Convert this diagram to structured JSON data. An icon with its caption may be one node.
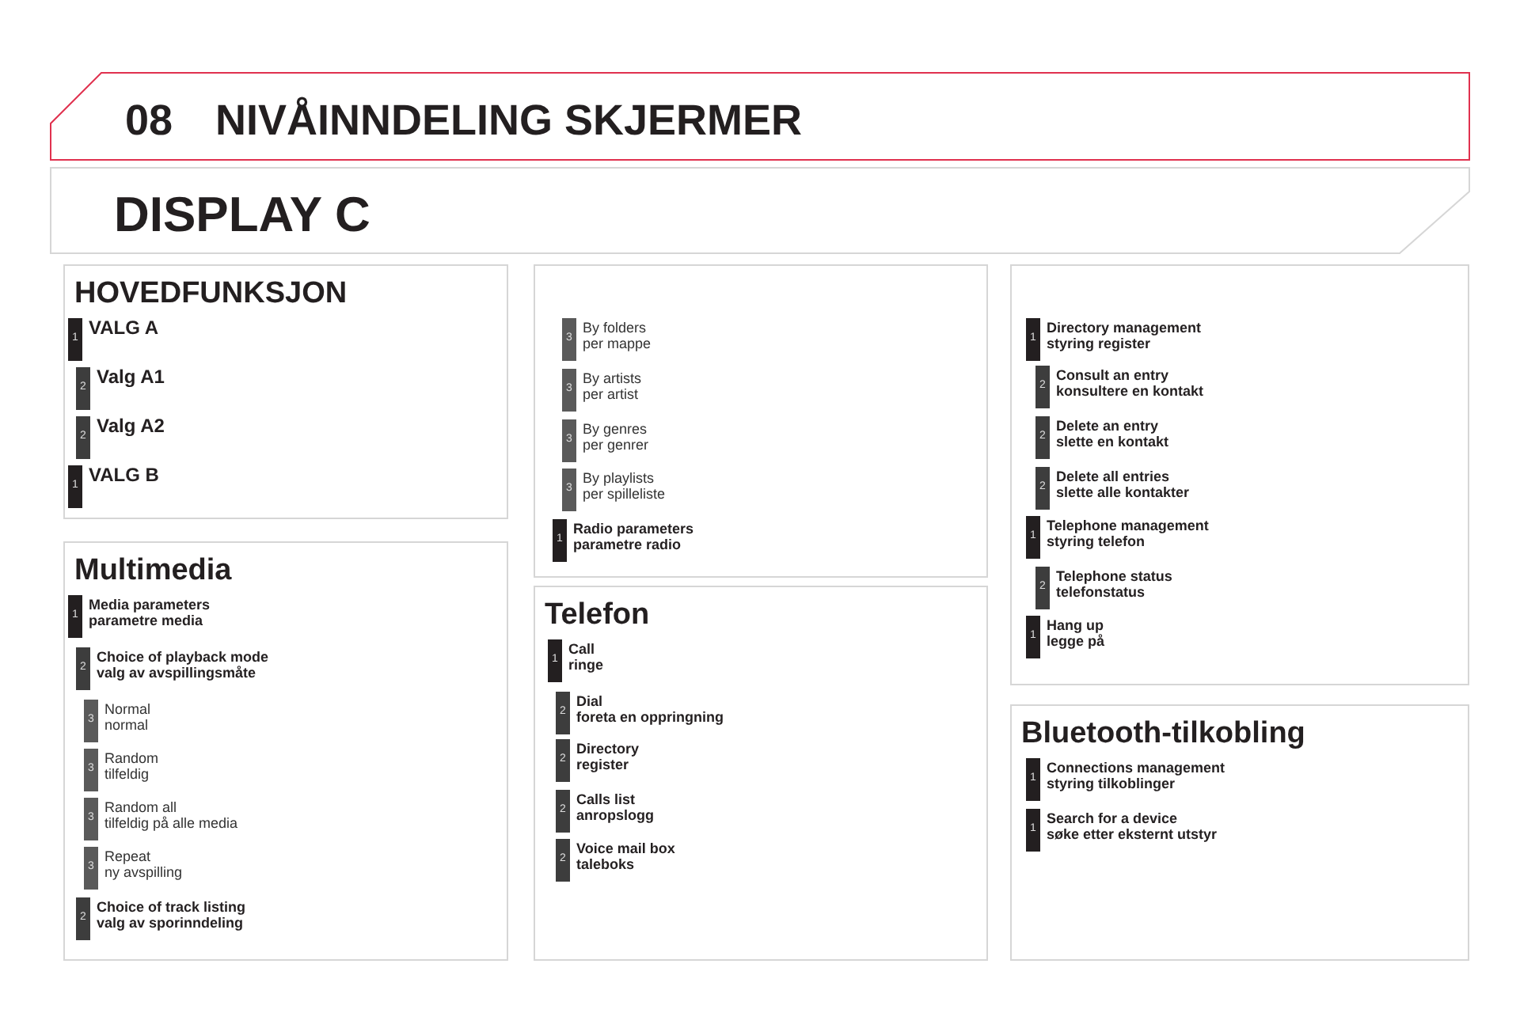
{
  "diagram": {
    "title": "NIVÅINNDELING SKJERMER",
    "nodes": [
      {
        "text": [
          "HOVEDFUNKSJON"
        ]
      },
      {
        "text": [
          "1"
        ],
        "in": 0,
        "beside": [
          "VALG A"
        ]
      },
      {
        "text": [
          "2"
        ],
        "in": 0,
        "beside": [
          "Valg A1"
        ]
      },
      {
        "text": [
          "2"
        ],
        "in": 0,
        "beside": [
          "Valg A2"
        ]
      },
      {
        "text": [
          "1"
        ],
        "in": 0,
        "beside": [
          "VALG B"
        ]
      },
      {
        "text": [
          "Multimedia"
        ]
      },
      {
        "text": [
          "1"
        ],
        "in": 5,
        "beside": [
          "Media parameters",
          "parametre media"
        ]
      },
      {
        "text": [
          "2"
        ],
        "in": 5,
        "beside": [
          "Choice of playback mode",
          "valg av avspillingsmåte"
        ]
      },
      {
        "text": [
          "3"
        ],
        "in": 5,
        "beside": [
          "Normal",
          "normal"
        ]
      },
      {
        "text": [
          "3"
        ],
        "in": 5,
        "beside": [
          "Random",
          "tilfeldig"
        ]
      },
      {
        "text": [
          "3"
        ],
        "in": 5,
        "beside": [
          "Random all",
          "tilfeldig på alle media"
        ]
      },
      {
        "text": [
          "3"
        ],
        "in": 5,
        "beside": [
          "Repeat",
          "ny avspilling"
        ]
      },
      {
        "text": [
          "2"
        ],
        "in": 5,
        "beside": [
          "Choice of track listing",
          "valg av sporinndeling"
        ]
      },
      {
        "text": [],
        "shape": "box"
      },
      {
        "text": [
          "3"
        ],
        "in": 13,
        "beside": [
          "By folders",
          "per mappe"
        ]
      },
      {
        "text": [
          "3"
        ],
        "in": 13,
        "beside": [
          "By artists",
          "per artist"
        ]
      },
      {
        "text": [
          "3"
        ],
        "in": 13,
        "beside": [
          "By genres",
          "per genrer"
        ]
      },
      {
        "text": [
          "3"
        ],
        "in": 13,
        "beside": [
          "By playlists",
          "per spilleliste"
        ]
      },
      {
        "text": [
          "1"
        ],
        "in": 13,
        "beside": [
          "Radio parameters",
          "parametre radio"
        ]
      },
      {
        "text": [
          "Telefon"
        ]
      },
      {
        "text": [
          "1"
        ],
        "in": 19,
        "beside": [
          "Call",
          "ringe"
        ]
      },
      {
        "text": [
          "2"
        ],
        "in": 19,
        "beside": [
          "Dial",
          "foreta en oppringning"
        ]
      },
      {
        "text": [
          "2"
        ],
        "in": 19,
        "beside": [
          "Directory",
          "register"
        ]
      },
      {
        "text": [
          "2"
        ],
        "in": 19,
        "beside": [
          "Calls list",
          "anropslogg"
        ]
      },
      {
        "text": [
          "2"
        ],
        "in": 19,
        "beside": [
          "Voice mail box",
          "taleboks"
        ]
      },
      {
        "text": [],
        "shape": "box"
      },
      {
        "text": [
          "1"
        ],
        "in": 25,
        "beside": [
          "Directory management",
          "styring register"
        ]
      },
      {
        "text": [
          "2"
        ],
        "in": 25,
        "beside": [
          "Consult an entry",
          "konsultere en kontakt"
        ]
      },
      {
        "text": [
          "2"
        ],
        "in": 25,
        "beside": [
          "Delete an entry",
          "slette en kontakt"
        ]
      },
      {
        "text": [
          "2"
        ],
        "in": 25,
        "beside": [
          "Delete all entries",
          "slette alle kontakter"
        ]
      },
      {
        "text": [
          "1"
        ],
        "in": 25,
        "beside": [
          "Telephone management",
          "styring telefon"
        ]
      },
      {
        "text": [
          "2"
        ],
        "in": 25,
        "beside": [
          "Telephone status",
          "telefonstatus"
        ]
      },
      {
        "text": [
          "1"
        ],
        "in": 25,
        "beside": [
          "Hang up",
          "legge på"
        ]
      },
      {
        "text": [
          "Bluetooth-tilkobling"
        ]
      },
      {
        "text": [
          "1"
        ],
        "in": 33,
        "beside": [
          "Connections management",
          "styring tilkoblinger"
        ]
      },
      {
        "text": [
          "1"
        ],
        "in": 33,
        "beside": [
          "Search for a device",
          "søke etter eksternt utstyr"
        ]
      }
    ],
    "edges": [],
    "labels": [
      "08",
      "DISPLAY C"
    ]
  }
}
